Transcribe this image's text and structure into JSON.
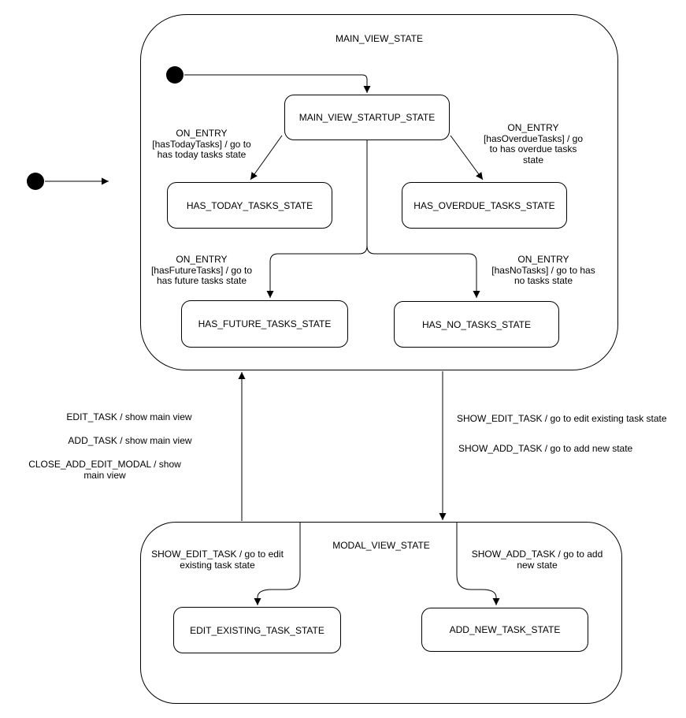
{
  "diagram": {
    "background_color": "#ffffff",
    "stroke_color": "#000000",
    "text_color": "#000000"
  },
  "main_view": {
    "title": "MAIN_VIEW_STATE",
    "states": {
      "startup": {
        "label": "MAIN_VIEW_STARTUP_STATE"
      },
      "has_today": {
        "label": "HAS_TODAY_TASKS_STATE"
      },
      "has_overdue": {
        "label": "HAS_OVERDUE_TASKS_STATE"
      },
      "has_future": {
        "label": "HAS_FUTURE_TASKS_STATE"
      },
      "has_no": {
        "label": "HAS_NO_TASKS_STATE"
      }
    },
    "transitions": {
      "on_entry_today": {
        "lines": [
          "ON_ENTRY",
          "[hasTodayTasks] / go to",
          "has today tasks state"
        ]
      },
      "on_entry_overdue": {
        "lines": [
          "ON_ENTRY",
          "[hasOverdueTasks] / go",
          "to has overdue tasks",
          "state"
        ]
      },
      "on_entry_future": {
        "lines": [
          "ON_ENTRY",
          "[hasFutureTasks] / go to",
          "has future tasks state"
        ]
      },
      "on_entry_no": {
        "lines": [
          "ON_ENTRY",
          "[hasNoTasks] / go to has",
          "no tasks state"
        ]
      }
    }
  },
  "modal_view": {
    "title": "MODAL_VIEW_STATE",
    "states": {
      "edit_existing": {
        "label": "EDIT_EXISTING_TASK_STATE"
      },
      "add_new": {
        "label": "ADD_NEW_TASK_STATE"
      }
    },
    "transitions": {
      "show_edit_inner": {
        "lines": [
          "SHOW_EDIT_TASK / go to edit",
          "existing task state"
        ]
      },
      "show_add_inner": {
        "lines": [
          "SHOW_ADD_TASK / go to add",
          "new state"
        ]
      }
    }
  },
  "between": {
    "to_main": {
      "edit_task": "EDIT_TASK / show main view",
      "add_task": "ADD_TASK / show main view",
      "close_modal": "CLOSE_ADD_EDIT_MODAL / show main view"
    },
    "to_modal": {
      "show_edit": "SHOW_EDIT_TASK / go to edit existing task state",
      "show_add": "SHOW_ADD_TASK / go to add new state"
    }
  }
}
